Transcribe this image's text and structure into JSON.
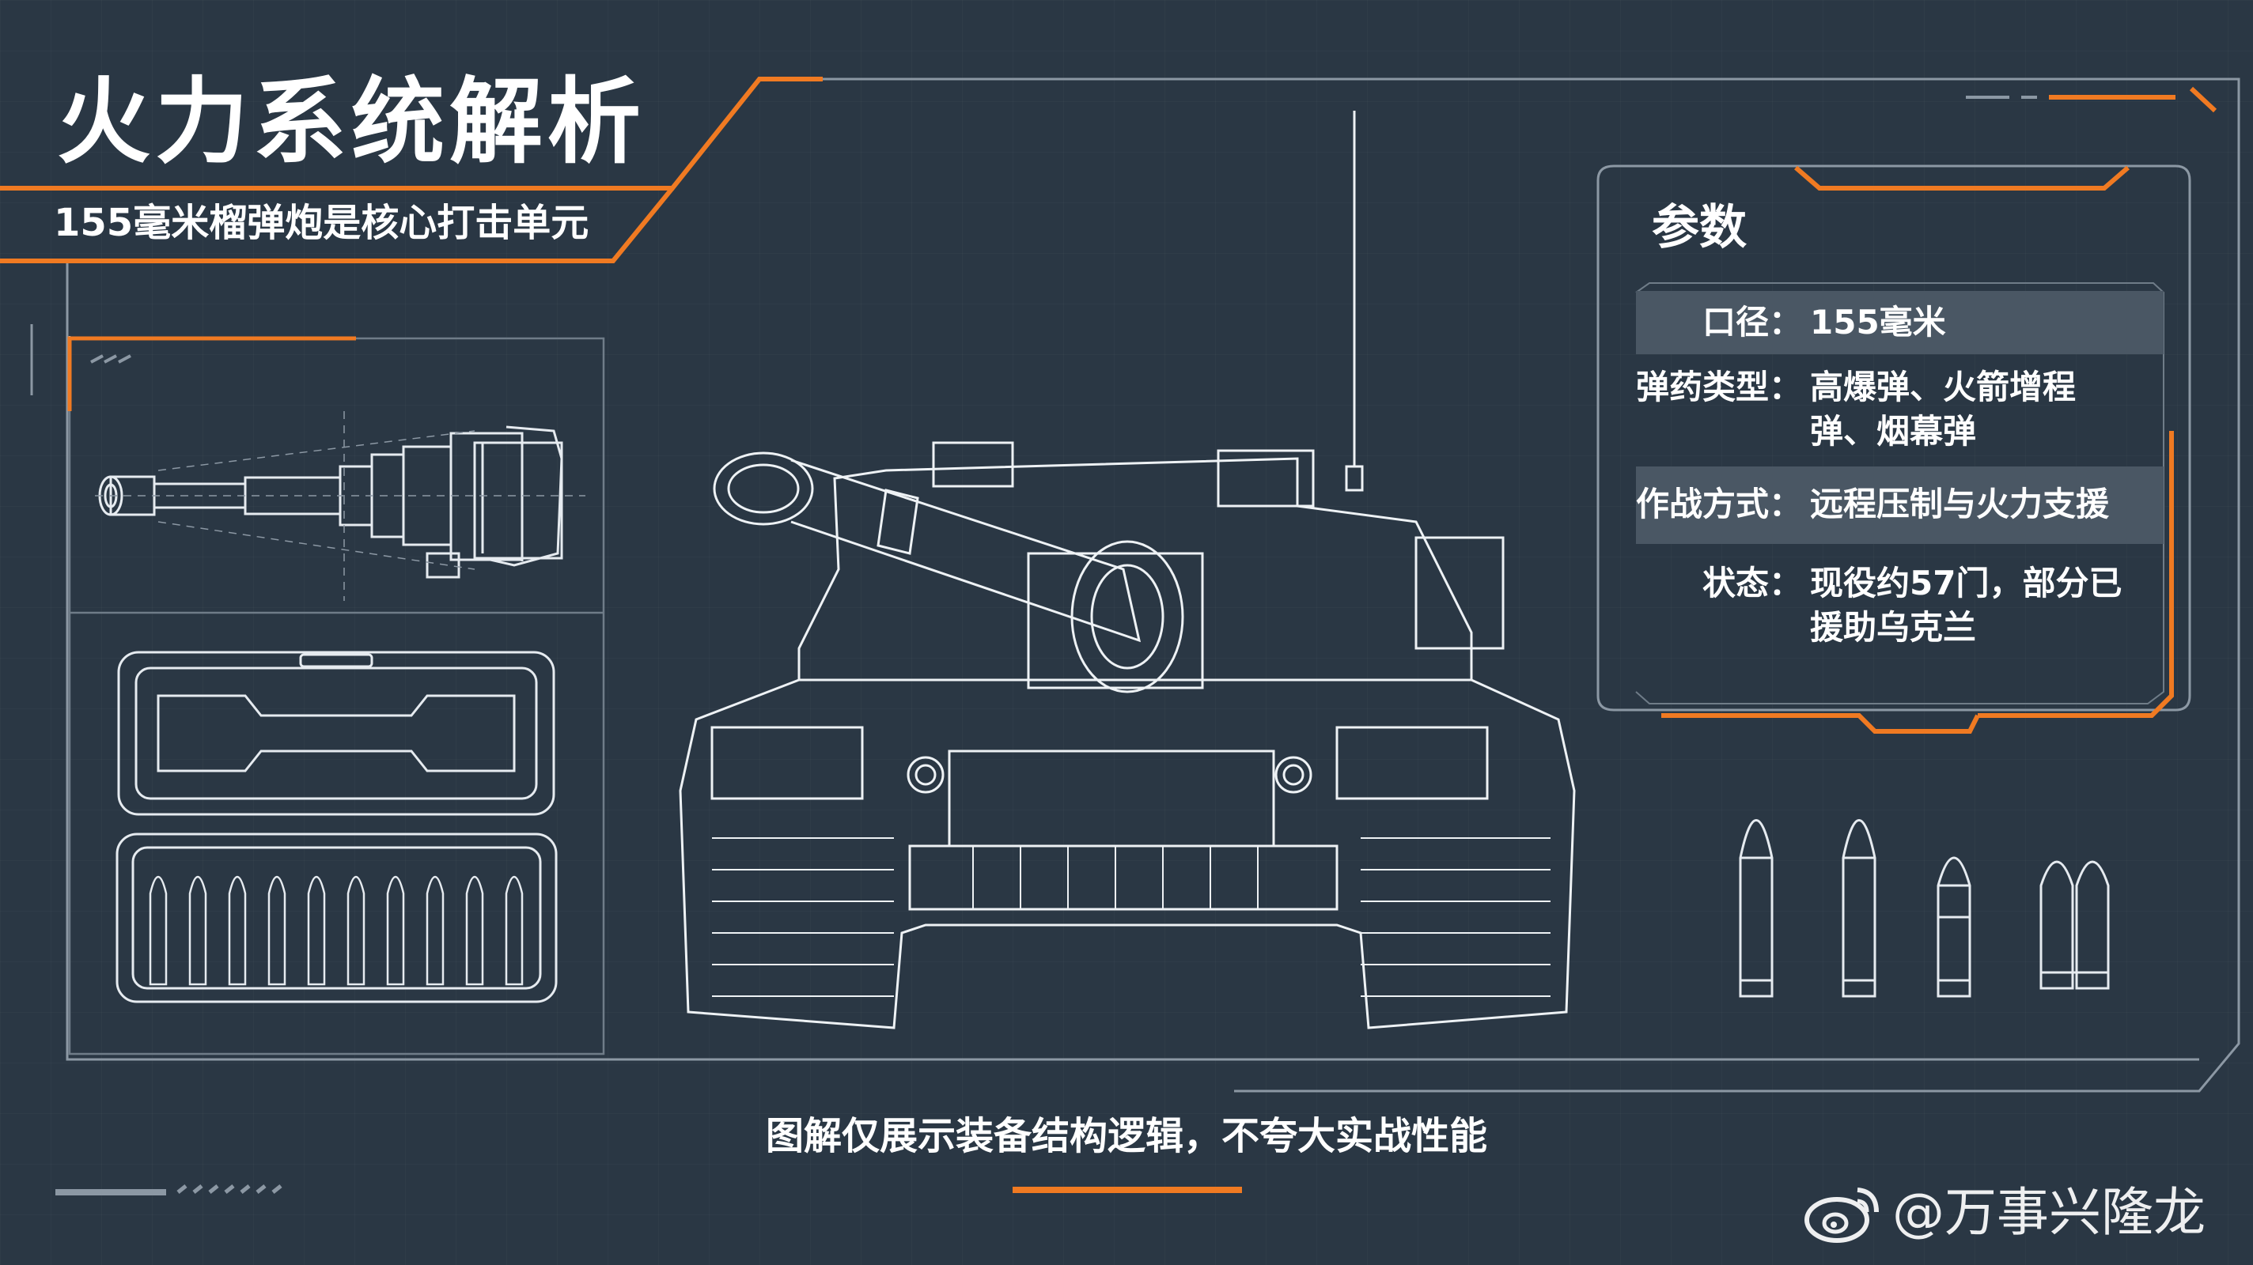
{
  "header": {
    "title": "火力系统解析",
    "subtitle": "155毫米榴弹炮是核心打击单元"
  },
  "params": {
    "title": "参数",
    "rows": [
      {
        "label": "口径：",
        "value": "155毫米"
      },
      {
        "label": "弹药类型：",
        "value": "高爆弹、火箭增程弹、烟幕弹"
      },
      {
        "label": "作战方式：",
        "value": "远程压制与火力支援"
      },
      {
        "label": "状态：",
        "value": "现役约57门，部分已援助乌克兰"
      }
    ]
  },
  "footer": {
    "disclaimer": "图解仅展示装备结构逻辑，不夸大实战性能"
  },
  "watermark": {
    "text": "@万事兴隆龙"
  },
  "colors": {
    "background": "#2a3744",
    "accent": "#f07a22",
    "line": "#aab4be",
    "text": "#ffffff",
    "panel_shade": "#4a5764"
  },
  "icons": {
    "watermark_logo": "weibo-icon"
  }
}
